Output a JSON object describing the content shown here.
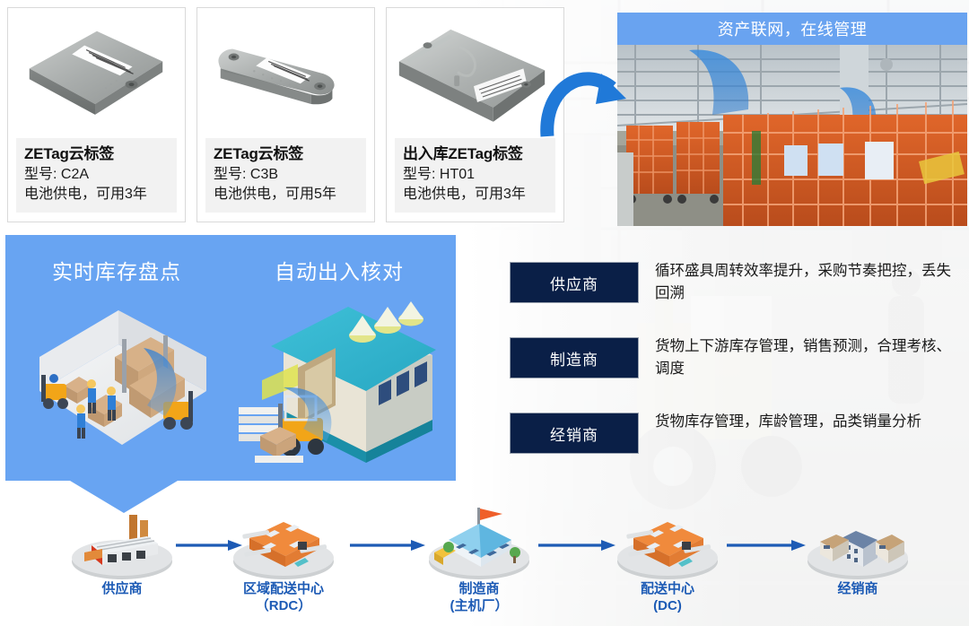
{
  "cards": [
    {
      "device_name": "ZETag云标签",
      "model": "型号: C2A",
      "battery": "电池供电，可用3年",
      "image_name": "zetag-c2a-device-photo"
    },
    {
      "device_name": "ZETag云标签",
      "model": "型号: C3B",
      "battery": "电池供电，可用5年",
      "image_name": "zetag-c3b-device-photo"
    },
    {
      "device_name": "出入库ZETag标签",
      "model": "型号: HT01",
      "battery": "电池供电，可用3年",
      "image_name": "zetag-ht01-device-photo"
    }
  ],
  "photo_panel": {
    "banner_title": "资产联网，在线管理",
    "photo_caption": "warehouse-orange-cage-racks-photo",
    "arrow_name": "curved-arrow"
  },
  "blue_panel": {
    "heading_left": "实时库存盘点",
    "heading_right": "自动出入核对",
    "illustration_left": "warehouse-inventory-isometric-illustration",
    "illustration_right": "loading-dock-isometric-illustration"
  },
  "roles": [
    {
      "chip": "供应商",
      "description": "循环盛具周转效率提升，采购节奏把控，丢失回溯"
    },
    {
      "chip": "制造商",
      "description": "货物上下游库存管理，销售预测，合理考核、调度"
    },
    {
      "chip": "经销商",
      "description": "货物库存管理，库龄管理，品类销量分析"
    }
  ],
  "flow": {
    "nodes": [
      {
        "label": "供应商",
        "icon": "factory-icon"
      },
      {
        "label": "区域配送中心\n（RDC）",
        "icon": "warehouse-icon"
      },
      {
        "label": "制造商\n(主机厂）",
        "icon": "plant-icon"
      },
      {
        "label": "配送中心\n(DC)",
        "icon": "warehouse-icon"
      },
      {
        "label": "经销商",
        "icon": "dealer-icon"
      }
    ],
    "arrow_name": "flow-arrow"
  },
  "colors": {
    "banner_blue": "#69a3f0",
    "panel_blue": "#68a4f2",
    "chip_navy": "#0a1f47",
    "arrow_blue": "#1d5bb5",
    "label_blue": "#1d5bb5",
    "card_border": "#d9d9d9",
    "caption_bg": "#f2f2f2"
  }
}
